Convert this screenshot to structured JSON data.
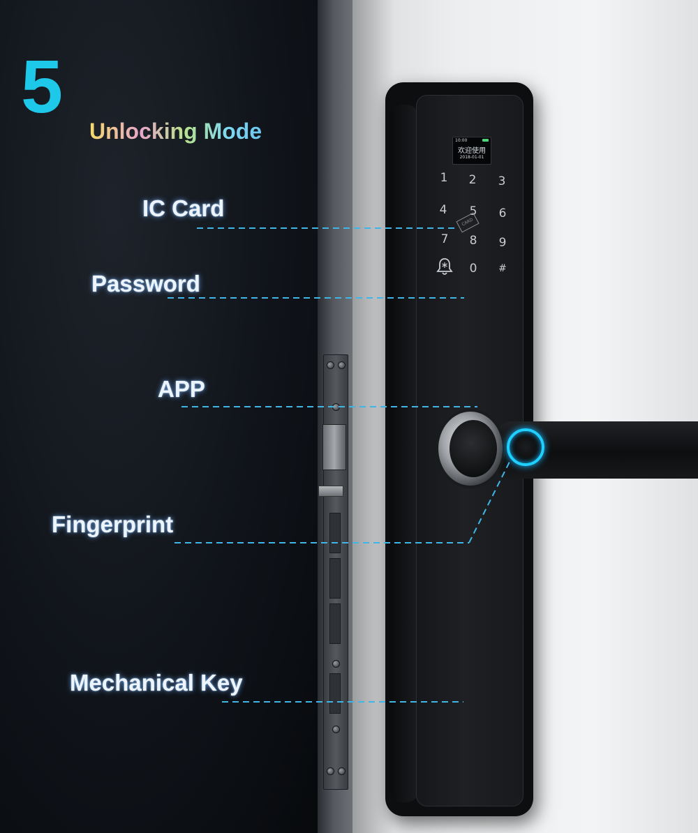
{
  "headline": {
    "number": "5",
    "title": "Unlocking Mode"
  },
  "labels": {
    "ic_card": "IC Card",
    "password": "Password",
    "app": "APP",
    "fingerprint": "Fingerprint",
    "mechanical_key": "Mechanical Key"
  },
  "lock_display": {
    "time": "10:00",
    "text": "欢迎使用",
    "date": "2018-01-01"
  },
  "keypad": {
    "keys": [
      "1",
      "2",
      "3",
      "4",
      "5",
      "6",
      "7",
      "8",
      "9",
      "0",
      "#"
    ],
    "card_mark": "CARD"
  },
  "colors": {
    "accent_number": "#1ec8e8",
    "dashed_line": "#3fb6e6",
    "fingerprint_ring": "#1fd0ff",
    "label_text": "#eef4fb"
  },
  "icons": {
    "bell": "bell-icon",
    "fingerprint_sensor": "fingerprint-icon"
  }
}
